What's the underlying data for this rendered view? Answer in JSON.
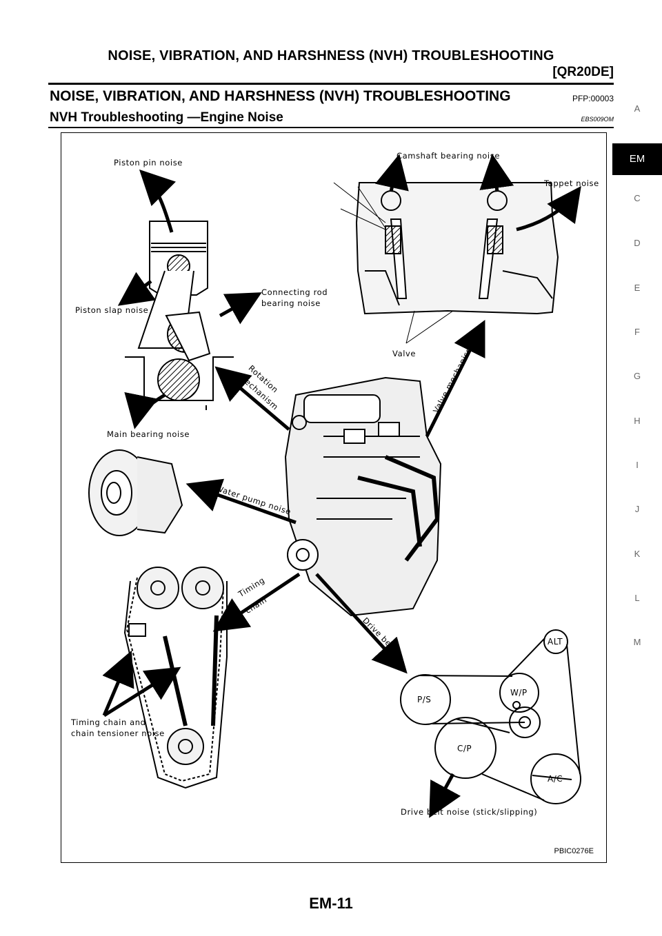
{
  "header": {
    "title": "NOISE, VIBRATION, AND HARSHNESS (NVH) TROUBLESHOOTING",
    "engine": "[QR20DE]"
  },
  "section": {
    "title": "NOISE, VIBRATION, AND HARSHNESS (NVH) TROUBLESHOOTING",
    "code": "PFP:00003"
  },
  "subsection": {
    "title": "NVH Troubleshooting —Engine Noise",
    "code": "EBS009OM"
  },
  "figure": {
    "code": "PBIC0276E",
    "labels": {
      "piston_pin": "Piston pin noise",
      "piston_slap": "Piston slap noise",
      "conn_rod": "Connecting rod",
      "conn_rod2": "bearing noise",
      "main_bearing": "Main bearing noise",
      "camshaft": "Camshaft bearing noise",
      "tappet": "Tappet noise",
      "valve": "Valve",
      "rotation1": "Rotation",
      "rotation2": "mechanism",
      "valve_mech": "Valve mechanism",
      "water_pump": "Water pump noise",
      "timing1": "Timing",
      "timing2": "chain",
      "drive_belt": "Drive belt",
      "tc1": "Timing chain and",
      "tc2": "chain tensioner noise",
      "alt": "ALT",
      "wp": "W/P",
      "ps": "P/S",
      "cp": "C/P",
      "ac": "A/C",
      "belt_noise": "Drive belt noise (stick/slipping)"
    }
  },
  "page_number": "EM-11",
  "side_tabs": [
    "A",
    "EM",
    "C",
    "D",
    "E",
    "F",
    "G",
    "H",
    "I",
    "J",
    "K",
    "L",
    "M"
  ],
  "active_tab": "EM"
}
